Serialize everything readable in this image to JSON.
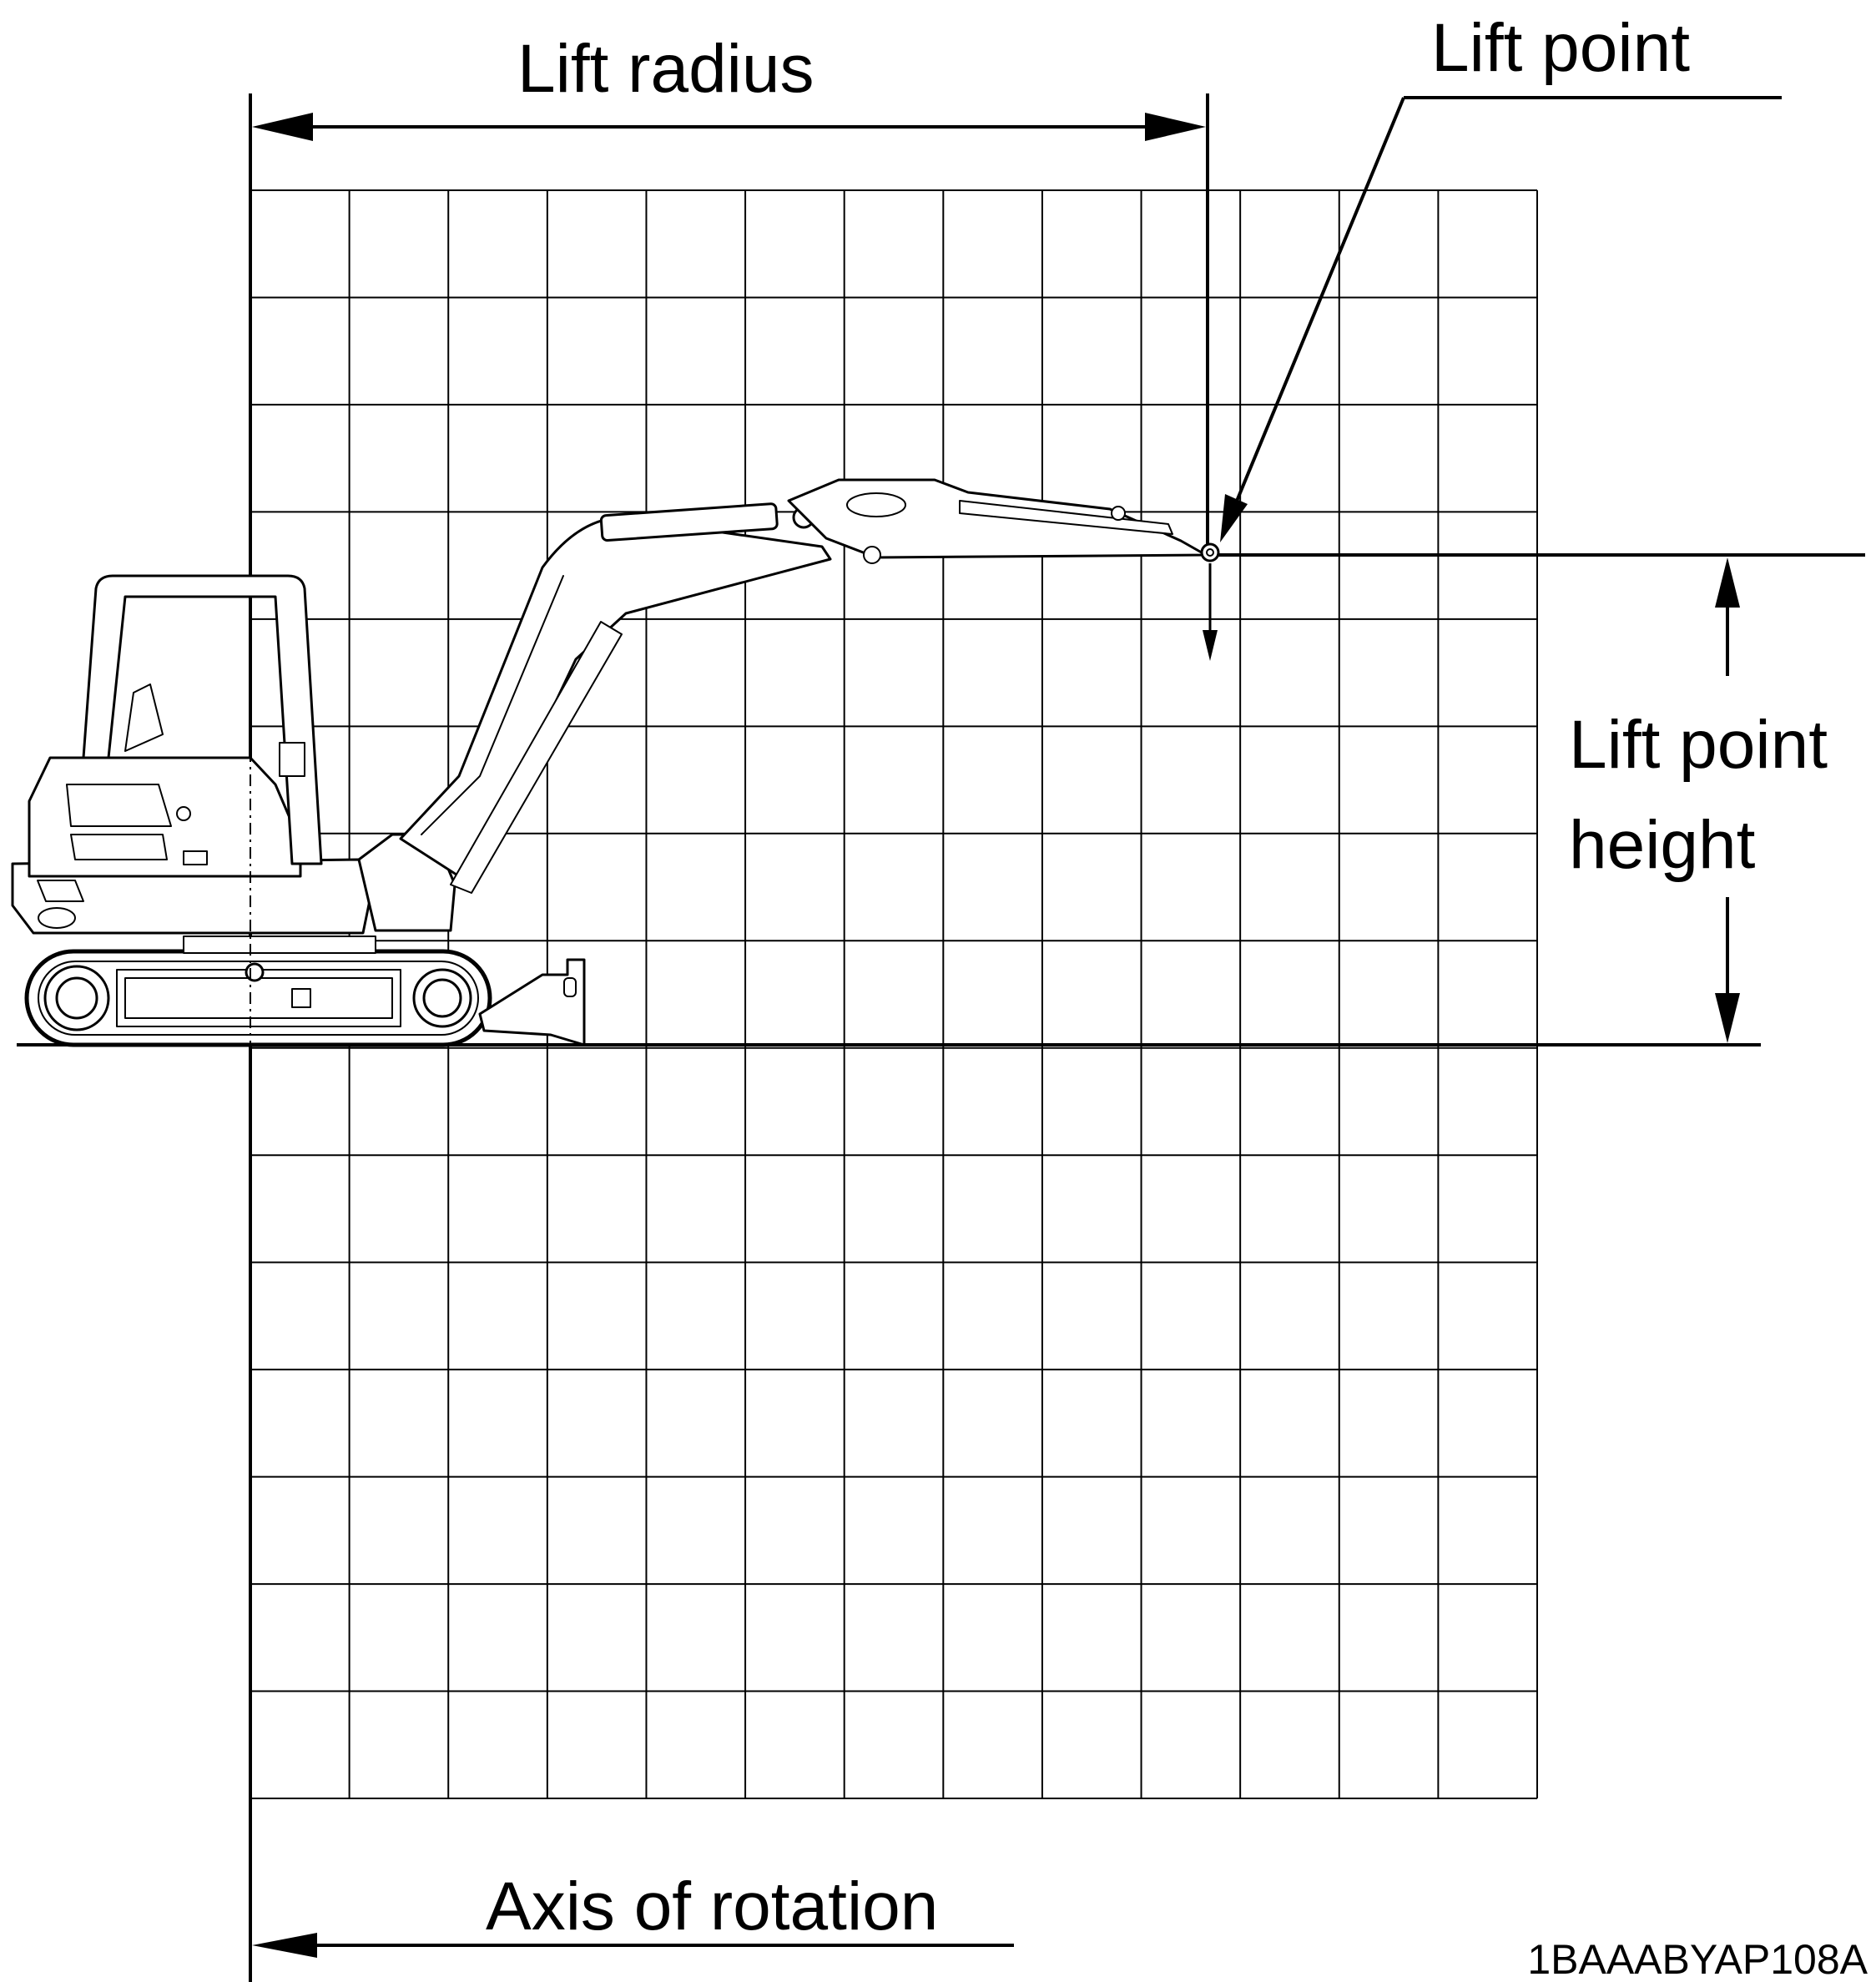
{
  "labels": {
    "lift_radius": "Lift radius",
    "lift_point": "Lift point",
    "lift_point_height_line1": "Lift point",
    "lift_point_height_line2": "height",
    "axis_of_rotation": "Axis of rotation",
    "figure_code": "1BAAABYAP108A"
  },
  "colors": {
    "ink": "#000000",
    "paper": "#ffffff"
  },
  "icons": {
    "machine": "mini-excavator-icon"
  }
}
